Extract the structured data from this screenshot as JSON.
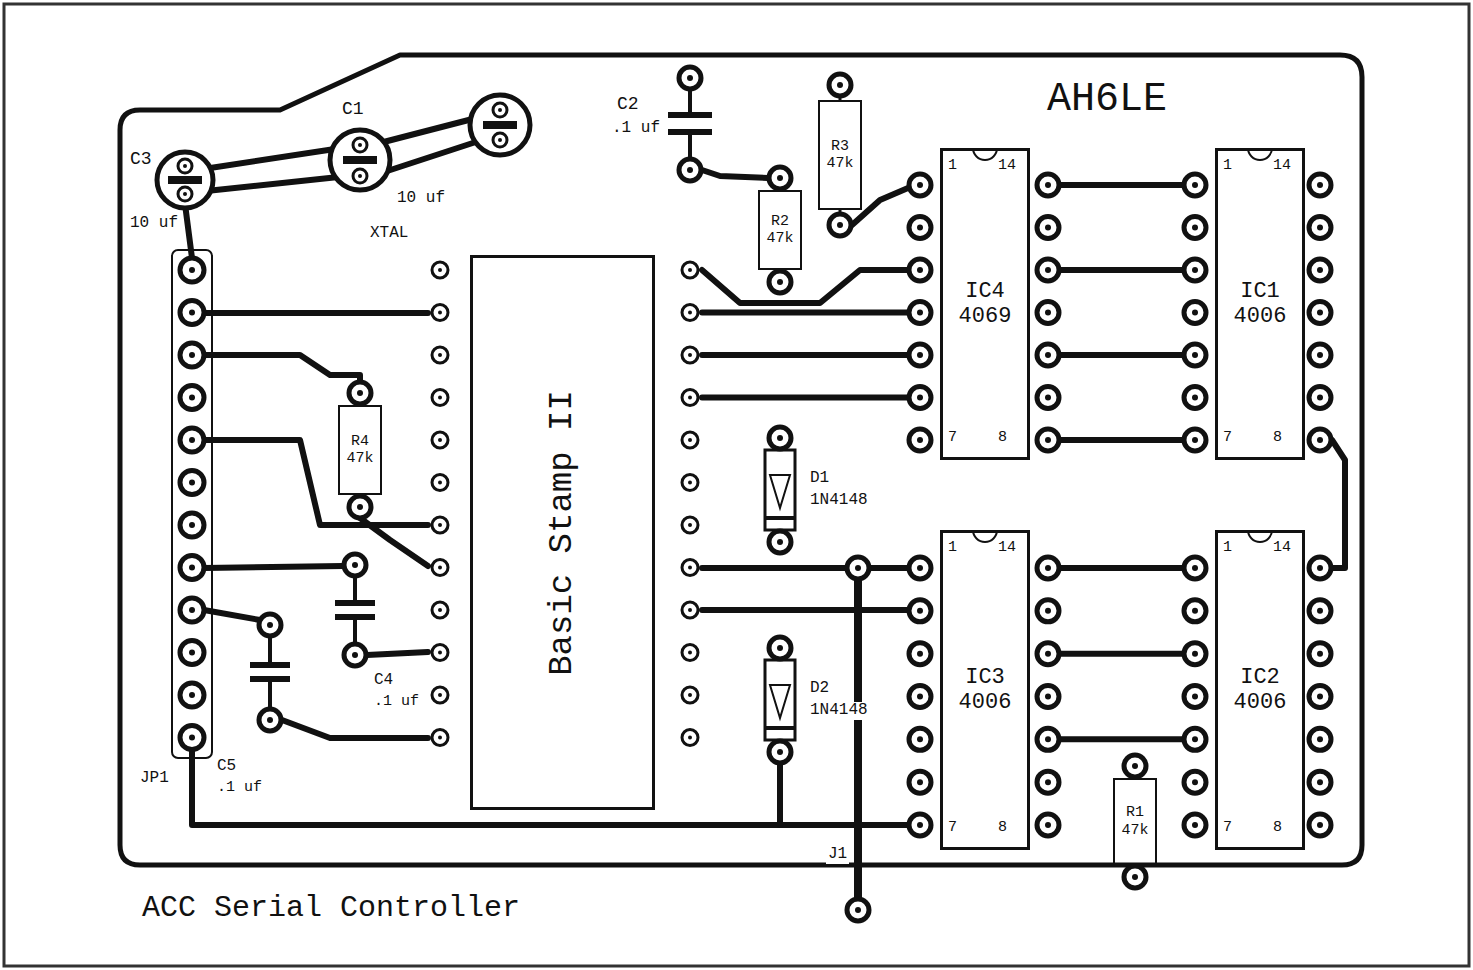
{
  "diagram": {
    "nodes": [
      {
        "text": [
          "IC4",
          "4069"
        ]
      },
      {
        "text": [
          "IC1",
          "4006"
        ]
      },
      {
        "text": [
          "Basic Stamp II"
        ]
      },
      {
        "text": [
          "IC3",
          "4006"
        ]
      },
      {
        "text": [
          "IC2",
          "4006"
        ]
      },
      {
        "text": [
          "R3",
          "47k"
        ]
      },
      {
        "text": [
          "R2",
          "47k"
        ]
      },
      {
        "text": [
          "R4",
          "47k"
        ]
      },
      {
        "text": [
          "R1",
          "47k"
        ]
      }
    ],
    "labels": [
      "AH6LE",
      "ACC Serial Controller",
      "C3",
      "10 uf",
      "C1",
      "10 uf",
      "C2",
      ".1 uf",
      "XTAL",
      "D1",
      "1N4148",
      "D2",
      "1N4148",
      "C4",
      ".1 uf",
      "C5",
      ".1 uf",
      "JP1",
      "J1",
      "1",
      "14",
      "7",
      "8",
      "1",
      "14",
      "7",
      "8",
      "1",
      "14",
      "7",
      "8",
      "1",
      "14",
      "7",
      "8"
    ]
  }
}
